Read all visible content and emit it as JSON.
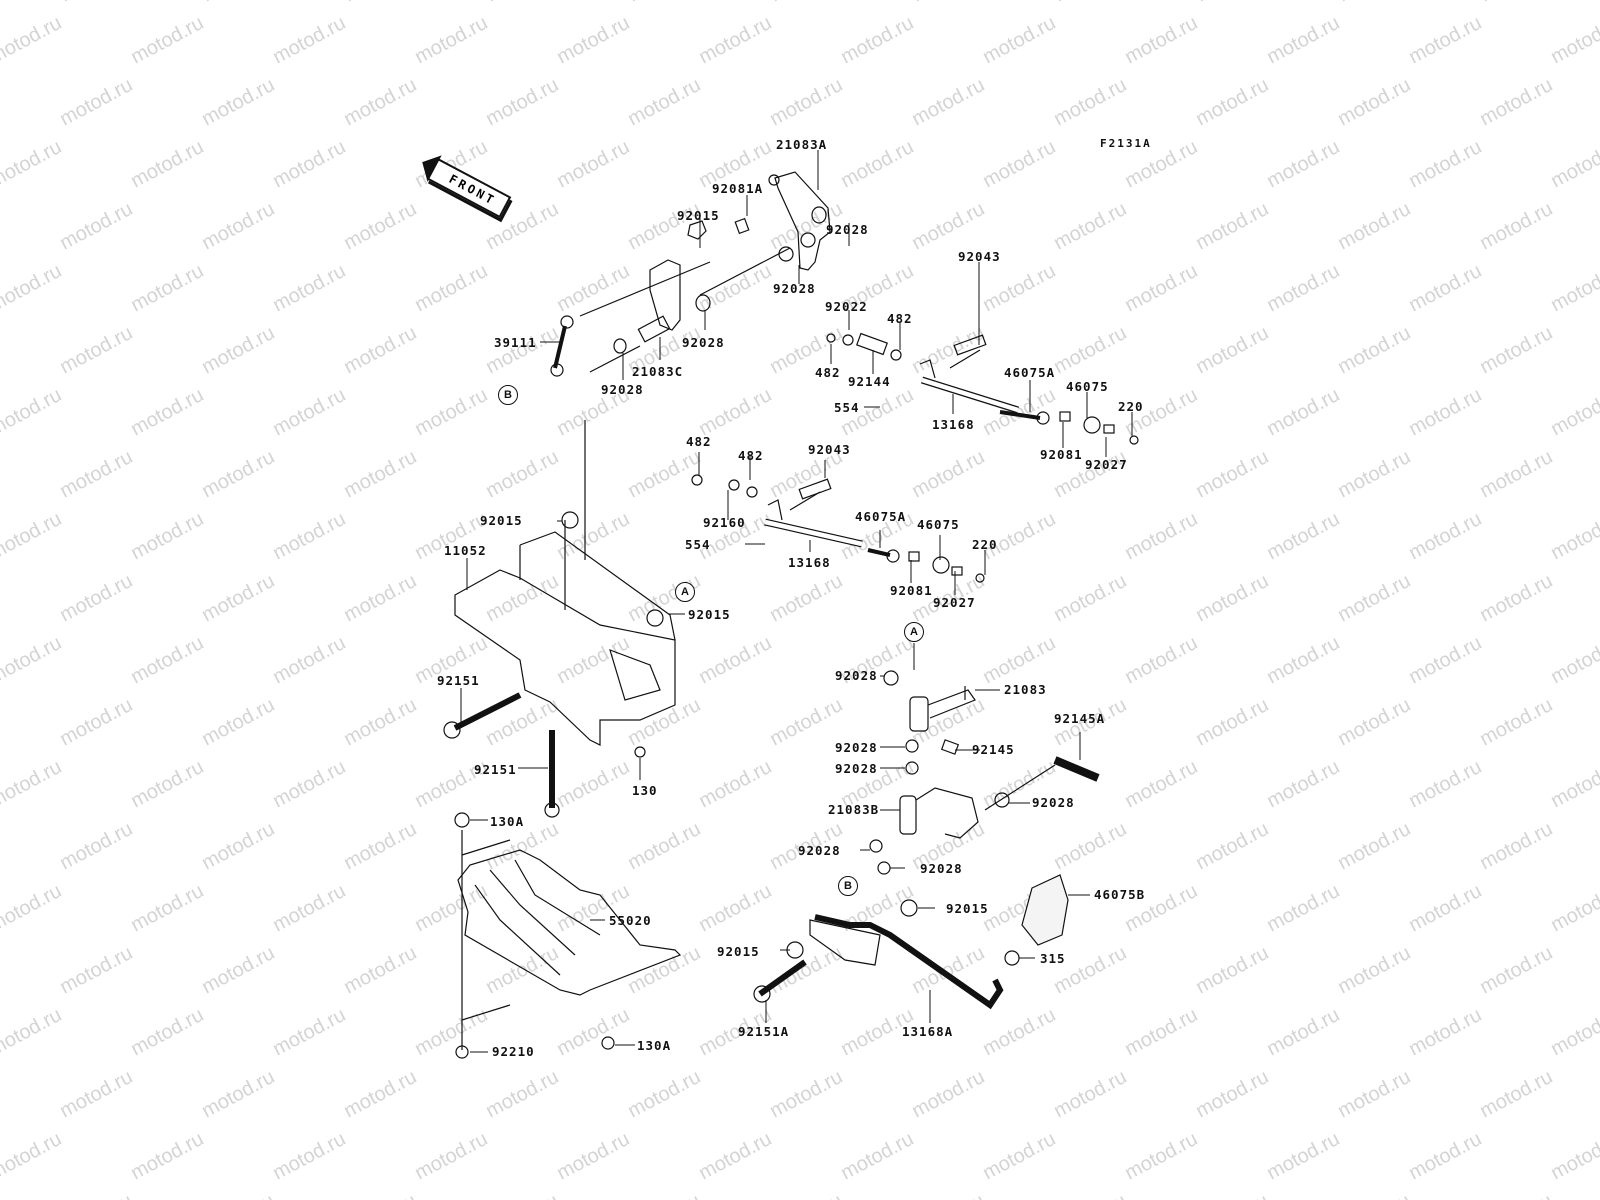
{
  "diagram": {
    "figure_code": "F2131A",
    "watermark": "motod.ru",
    "front_indicator": "FRONT",
    "reference_markers": {
      "A": "A",
      "B": "B"
    },
    "parts": [
      {
        "id": "21083A",
        "label": "21083A"
      },
      {
        "id": "92081A",
        "label": "92081A"
      },
      {
        "id": "92015-top",
        "label": "92015"
      },
      {
        "id": "92028-a",
        "label": "92028"
      },
      {
        "id": "92028-b",
        "label": "92028"
      },
      {
        "id": "92028-c",
        "label": "92028"
      },
      {
        "id": "39111",
        "label": "39111"
      },
      {
        "id": "21083C",
        "label": "21083C"
      },
      {
        "id": "92028-d",
        "label": "92028"
      },
      {
        "id": "92022",
        "label": "92022"
      },
      {
        "id": "482-a",
        "label": "482"
      },
      {
        "id": "482-b",
        "label": "482"
      },
      {
        "id": "92144",
        "label": "92144"
      },
      {
        "id": "92043-a",
        "label": "92043"
      },
      {
        "id": "46075A-a",
        "label": "46075A"
      },
      {
        "id": "46075-a",
        "label": "46075"
      },
      {
        "id": "220-a",
        "label": "220"
      },
      {
        "id": "554-a",
        "label": "554"
      },
      {
        "id": "13168-a",
        "label": "13168"
      },
      {
        "id": "92081-a",
        "label": "92081"
      },
      {
        "id": "92027-a",
        "label": "92027"
      },
      {
        "id": "482-c",
        "label": "482"
      },
      {
        "id": "482-d",
        "label": "482"
      },
      {
        "id": "92043-b",
        "label": "92043"
      },
      {
        "id": "92160",
        "label": "92160"
      },
      {
        "id": "46075A-b",
        "label": "46075A"
      },
      {
        "id": "46075-b",
        "label": "46075"
      },
      {
        "id": "554-b",
        "label": "554"
      },
      {
        "id": "13168-b",
        "label": "13168"
      },
      {
        "id": "220-b",
        "label": "220"
      },
      {
        "id": "92081-b",
        "label": "92081"
      },
      {
        "id": "92027-b",
        "label": "92027"
      },
      {
        "id": "92015-mid",
        "label": "92015"
      },
      {
        "id": "11052",
        "label": "11052"
      },
      {
        "id": "92015-side",
        "label": "92015"
      },
      {
        "id": "92151-a",
        "label": "92151"
      },
      {
        "id": "92151-b",
        "label": "92151"
      },
      {
        "id": "130",
        "label": "130"
      },
      {
        "id": "92028-e",
        "label": "92028"
      },
      {
        "id": "21083",
        "label": "21083"
      },
      {
        "id": "92145A",
        "label": "92145A"
      },
      {
        "id": "92028-f",
        "label": "92028"
      },
      {
        "id": "92145",
        "label": "92145"
      },
      {
        "id": "92028-g",
        "label": "92028"
      },
      {
        "id": "21083B",
        "label": "21083B"
      },
      {
        "id": "92028-h",
        "label": "92028"
      },
      {
        "id": "92028-i",
        "label": "92028"
      },
      {
        "id": "92028-j",
        "label": "92028"
      },
      {
        "id": "130A-a",
        "label": "130A"
      },
      {
        "id": "55020",
        "label": "55020"
      },
      {
        "id": "92210",
        "label": "92210"
      },
      {
        "id": "130A-b",
        "label": "130A"
      },
      {
        "id": "46075B",
        "label": "46075B"
      },
      {
        "id": "92015-low",
        "label": "92015"
      },
      {
        "id": "92015-left",
        "label": "92015"
      },
      {
        "id": "315",
        "label": "315"
      },
      {
        "id": "92151A",
        "label": "92151A"
      },
      {
        "id": "13168A",
        "label": "13168A"
      }
    ]
  }
}
